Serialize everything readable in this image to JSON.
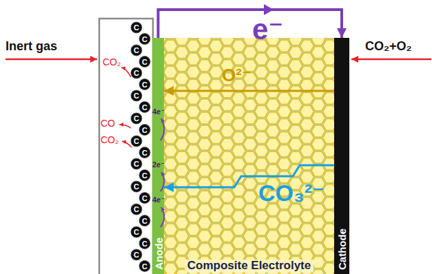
{
  "diagram": {
    "nodes": [
      {
        "text": [
          "Anode"
        ]
      },
      {
        "text": [
          "Composite Electrolyte"
        ]
      },
      {
        "text": [
          "Cathode"
        ]
      }
    ],
    "edges": [
      {
        "from": 0,
        "to": 2,
        "arrow": "to",
        "label": "e⁻"
      },
      {
        "from": 2,
        "to": 0,
        "arrow": "to",
        "label": "O²⁻"
      },
      {
        "from": 2,
        "to": 0,
        "arrow": "to",
        "label": "CO₃²⁻"
      }
    ],
    "labels": [
      "Inert gas",
      "CO₂+O₂",
      "CO₂",
      "CO",
      "CO₂",
      "4e⁻",
      "2e⁻",
      "4e⁻",
      "C",
      "C",
      "C",
      "C",
      "C",
      "C",
      "C",
      "C",
      "C",
      "C",
      "C",
      "C",
      "C",
      "C",
      "C",
      "C",
      "C",
      "C",
      "C",
      "C",
      "C",
      "C"
    ]
  }
}
